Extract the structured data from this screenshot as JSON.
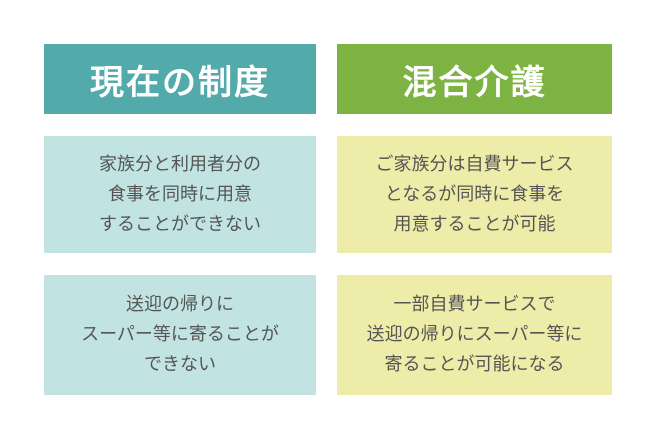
{
  "columns": [
    {
      "header": "現在の制度",
      "header_color": "#52abaa",
      "box_color": "#c1e3e2",
      "rows": [
        {
          "lines": [
            "家族分と利用者分の",
            "食事を同時に用意",
            "することができない"
          ]
        },
        {
          "lines": [
            "送迎の帰りに",
            "スーパー等に寄ることが",
            "できない"
          ]
        }
      ]
    },
    {
      "header": "混合介護",
      "header_color": "#7db343",
      "box_color": "#eeeca9",
      "rows": [
        {
          "lines": [
            "ご家族分は自費サービス",
            "となるが同時に食事を",
            "用意することが可能"
          ]
        },
        {
          "lines": [
            "一部自費サービスで",
            "送迎の帰りにスーパー等に",
            "寄ることが可能になる"
          ]
        }
      ]
    }
  ]
}
